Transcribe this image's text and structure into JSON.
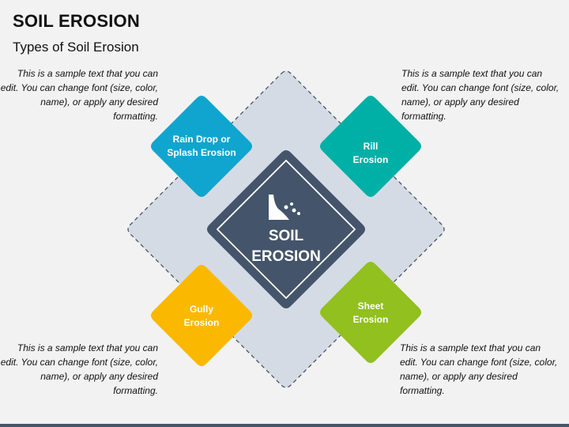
{
  "header": {
    "title": "SOIL EROSION",
    "subtitle": "Types of Soil Erosion"
  },
  "notes": {
    "top_left": "This is a sample text that you can edit. You can change font (size, color, name), or apply any desired formatting.",
    "top_right": "This is a sample text that you can edit. You can change font (size, color, name), or apply any desired formatting.",
    "bottom_left": "This is a sample text that you can edit. You can change font (size, color, name), or apply any desired formatting.",
    "bottom_right": "This is a sample text that you can edit. You can change font (size, color, name), or apply any desired formatting."
  },
  "center": {
    "line1": "SOIL",
    "line2": "EROSION",
    "icon": "landslide-icon",
    "color": "#44546a"
  },
  "types": [
    {
      "line1": "Rain Drop or",
      "line2": "Splash Erosion",
      "color": "#0fa5cf"
    },
    {
      "line1": "Rill",
      "line2": "Erosion",
      "color": "#00b0a6"
    },
    {
      "line1": "Gully",
      "line2": "Erosion",
      "color": "#fbb800"
    },
    {
      "line1": "Sheet",
      "line2": "Erosion",
      "color": "#92c01f"
    }
  ],
  "colors": {
    "background_diamond": "#d5dbe4",
    "dashed_border": "#44546a"
  }
}
